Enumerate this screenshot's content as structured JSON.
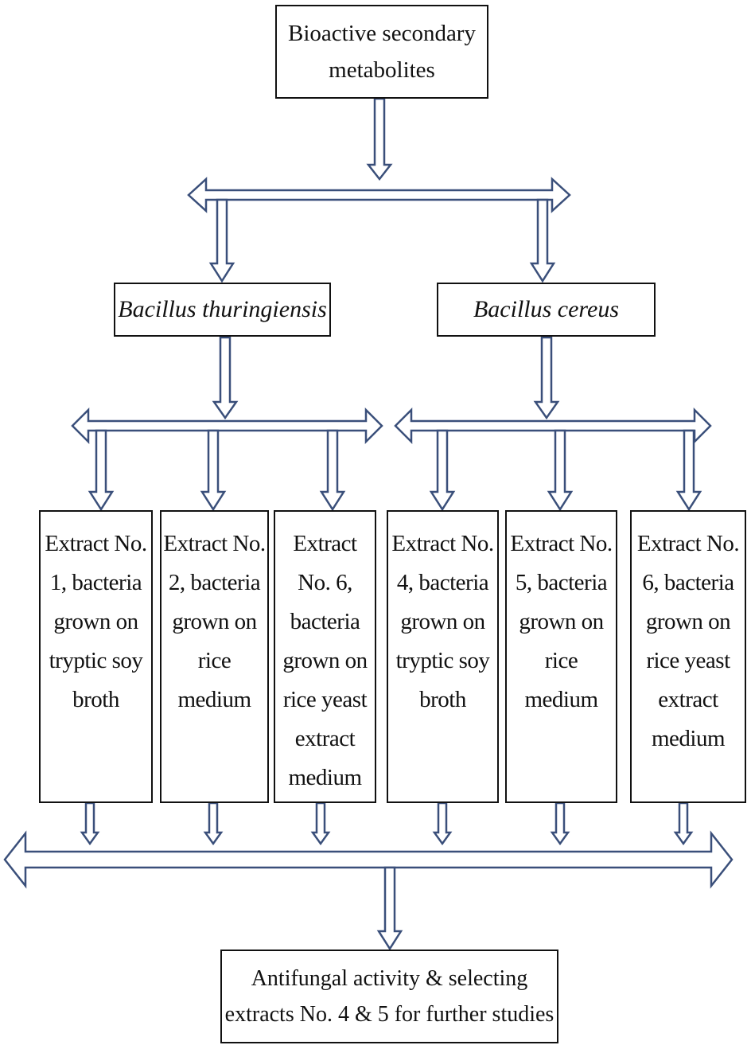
{
  "root": {
    "text": "Bioactive secondary metabolites"
  },
  "species": [
    {
      "text": "Bacillus thuringiensis"
    },
    {
      "text": "Bacillus cereus"
    }
  ],
  "extracts": [
    {
      "text": "Extract No. 1, bacteria grown on tryptic soy broth"
    },
    {
      "text": "Extract No. 2, bacteria grown on rice medium"
    },
    {
      "text": "Extract No. 6, bacteria grown on rice yeast extract medium"
    },
    {
      "text": "Extract No. 4, bacteria grown on tryptic soy broth"
    },
    {
      "text": "Extract No. 5, bacteria grown on rice medium"
    },
    {
      "text": "Extract No. 6, bacteria grown on rice yeast extract medium"
    }
  ],
  "result": {
    "text": "Antifungal activity & selecting extracts No. 4 & 5 for further studies"
  },
  "colors": {
    "arrow_stroke": "#3a4f7a",
    "box_border": "#111111"
  }
}
